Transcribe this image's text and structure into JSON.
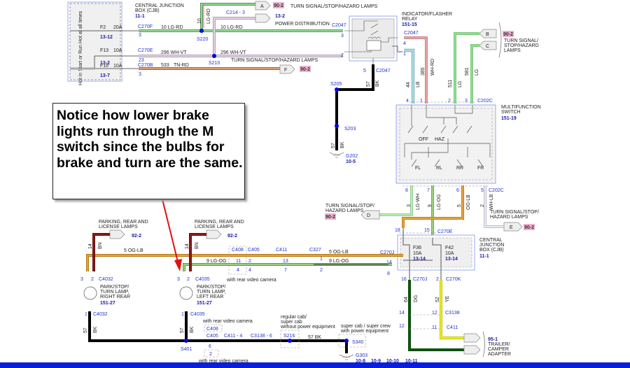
{
  "colors": {
    "lg_rd": "#8fd88f",
    "wh_vt": "#e8cde8",
    "tn_rd": "#c88a66",
    "bk": "#000000",
    "lb": "#a8d8e8",
    "wh_rd": "#f0a0a0",
    "lg": "#8fe08f",
    "og_lb": "#e8a040",
    "lg_og": "#9ad07a",
    "lg_wh": "#b8ecb0",
    "wh_lb": "#d8e4ec",
    "bn": "#8b1a1a",
    "dg": "#0a5a0a",
    "ye": "#f0f020",
    "connector_blue": "#2233cc",
    "ref_pink_bg": "#f0b0d0",
    "bottom_bar": "#0a1fdc",
    "arrow_red": "#e01010"
  },
  "note": {
    "lines": [
      "Notice how lower brake",
      "lights run through the M",
      "switch since the bulbs for",
      "brake and turn are the same."
    ]
  },
  "cjb_top": {
    "title": [
      "CENTRAL  JUNCTION",
      "BOX (CJB)"
    ],
    "ref": "11-1",
    "side_labels": [
      "Hot at all times",
      "Hot in Start or Run"
    ],
    "fuses": [
      {
        "name": "F2",
        "rating": "20A",
        "ref": "13-12",
        "connector": "C270F",
        "pin": "3",
        "circuit": "10",
        "wire": "LG-RD"
      },
      {
        "name": "F13",
        "rating": "10A",
        "ref": "13-2",
        "connector": "C270E",
        "pin": "23",
        "circuit": "296",
        "wire": "WH-VT"
      },
      {
        "name": "F16",
        "rating": "10A",
        "ref": "13-7",
        "connector": "C270B",
        "pin": "3",
        "circuit": "533",
        "wire": "TN-RD"
      }
    ]
  },
  "top_wiring": {
    "splice_s220": "S220",
    "splice_s210": "S210",
    "c214": "C214 - 3",
    "c214_circuit": "10",
    "c214_wire": "LG-RD",
    "conn_a": {
      "letter": "A",
      "ref": "90-2",
      "label": "TURN SIGNAL/STOP/HAZARD LAMPS"
    },
    "power_dist": {
      "ref": "13-2",
      "label": "POWER DISTRIBUTION"
    },
    "wire_10": "10  LG-RD",
    "wire_296": "296  WH-VT",
    "conn_f": {
      "letter": "F",
      "ref": "90-2",
      "label": "TURN SIGNAL/STOP/HAZARD LAMPS"
    }
  },
  "flasher": {
    "title": [
      "INDICATOR/FLASHER",
      "RELAY"
    ],
    "ref": "151-15",
    "connector": "C2047",
    "pins_left": [
      "3",
      "2"
    ],
    "pins_right": [
      "4",
      "1"
    ],
    "pin_bottom": "5",
    "wire_44": "44",
    "wire_lb": "LB",
    "wire_385": "385",
    "wire_whrd": "WH-RD",
    "wire_57": "57",
    "wire_bk": "BK"
  },
  "top_right": {
    "conn_b": "B",
    "conn_c": "C",
    "ref": "90-2",
    "label": [
      "TURN SIGNAL/",
      "STOP/HAZARD",
      "LAMPS"
    ],
    "wire_511": "511",
    "wire_lg1": "LG",
    "wire_581": "581",
    "wire_lg2": "LG"
  },
  "ground_top": {
    "s205": "S205",
    "s203": "S203",
    "circuit": "57",
    "wire": "BK",
    "ground": "G202",
    "ground_ref": "10-5"
  },
  "mfs": {
    "title": [
      "MULTIFUNCTION",
      "SWITCH"
    ],
    "ref": "151-19",
    "connector": "C202C",
    "top_pins": [
      "4",
      "1",
      "2",
      "3"
    ],
    "bottom_pins": [
      "8",
      "7",
      "6",
      "5"
    ],
    "positions": [
      "OFF",
      "HAZ"
    ],
    "outputs": [
      "FL",
      "RL",
      "RR",
      "FR"
    ]
  },
  "mfs_out": {
    "w3": "3",
    "w3c": "LG-WH",
    "w9": "9",
    "w9c": "LG-OG",
    "w5": "5",
    "w5c": "OG-LB",
    "w2": "2",
    "w2c": "WH-LB",
    "conn_d": {
      "letter": "D",
      "ref": "90-2",
      "label": [
        "TURN SIGNAL/STOP/",
        "HAZARD LAMPS"
      ]
    },
    "conn_e": {
      "letter": "E",
      "ref": "90-2",
      "label": [
        "TURN SIGNAL/STOP/",
        "HAZARD LAMPS"
      ]
    }
  },
  "cjb_bottom": {
    "title": [
      "CENTRAL",
      "JUNCTION",
      "BOX (CJB)"
    ],
    "ref": "11-1",
    "pin_18": "18",
    "pin_15": "15",
    "conn_top": "C270E",
    "fuses": [
      {
        "name": "F36",
        "rating": "10A",
        "ref": "13-14"
      },
      {
        "name": "F42",
        "rating": "10A",
        "ref": "13-14"
      }
    ],
    "c270j": "C270J",
    "pin_14": "14",
    "pin_8": "8",
    "out_pin16": "16",
    "out_c270j": "C270J",
    "out_pin2": "2",
    "out_c270k": "C270K"
  },
  "rear_harness": {
    "wire_5": "5 OG-LB",
    "wire_9": "9 LG-OG",
    "wire_5b": "5 OG-LB",
    "wire_9b": "9 LG-OG",
    "c408": "C408",
    "c405": "C405",
    "c411": "C411",
    "c327": "C327",
    "c270j": "C270J",
    "pins": {
      "c408_a": "11",
      "c408_b": "4",
      "c405_a": "2",
      "c405_b": "4",
      "c411_a": "13",
      "c411_b": "7",
      "c327_a": "1",
      "c327_b": "2",
      "c270_a": "14",
      "c270_b": "8"
    },
    "camera_note": "with rear video camera"
  },
  "lamps": [
    {
      "label": [
        "PARK/STOP/",
        "TURN  LAMP,",
        "RIGHT REAR"
      ],
      "ref": "151-27",
      "connector": "C4032",
      "pin3": "3",
      "pin2": "2",
      "pin1": "1",
      "feed": {
        "label": [
          "PARKING, REAR AND",
          "LICENSE LAMPS"
        ],
        "ref": "92-2",
        "circuit": "14",
        "wire": "BN"
      },
      "gnd_circuit": "57",
      "gnd_wire": "BK"
    },
    {
      "label": [
        "PARK/STOP/",
        "TURN LAMP,",
        "LEFT REAR"
      ],
      "ref": "151-27",
      "connector": "C4035",
      "pin3": "3",
      "pin2": "2",
      "pin1": "1",
      "feed": {
        "label": [
          "PARKING, REAR AND",
          "LICENSE LAMPS"
        ],
        "ref": "92-2",
        "circuit": "14",
        "wire": "BN"
      },
      "gnd_circuit": "57",
      "gnd_wire": "BK"
    }
  ],
  "ground_bottom": {
    "s401": "S401",
    "cam_note_top": "with rear video camera",
    "c408": "C408",
    "c405": "C405",
    "c405_pin": "6",
    "c408_pin": "2",
    "cam_note_bottom": "with rear video camera",
    "c411": "C411 - 4",
    "c3138": "C3138 - 6",
    "s216_note": [
      "regular cab/",
      "super cab",
      "without power equipment"
    ],
    "s216": "S216",
    "wire": "57  BK",
    "s340_note": [
      "super cab / super crew",
      "with power equipment"
    ],
    "s340": "S340",
    "ground": "G303",
    "ground_refs": [
      "10-8",
      "10-9",
      "10-10",
      "10-11"
    ]
  },
  "trailer": {
    "dg_circuit": "64",
    "dg_wire": "DG",
    "ye_circuit": "52",
    "ye_wire": "YE",
    "c3138": "C3138",
    "c3138_pins": [
      "14",
      "12"
    ],
    "c411": "C411",
    "c411_pins": [
      "12",
      "11"
    ],
    "ref": "95-1",
    "label": [
      "TRAILER/",
      "CAMPER",
      "ADAPTER"
    ]
  }
}
